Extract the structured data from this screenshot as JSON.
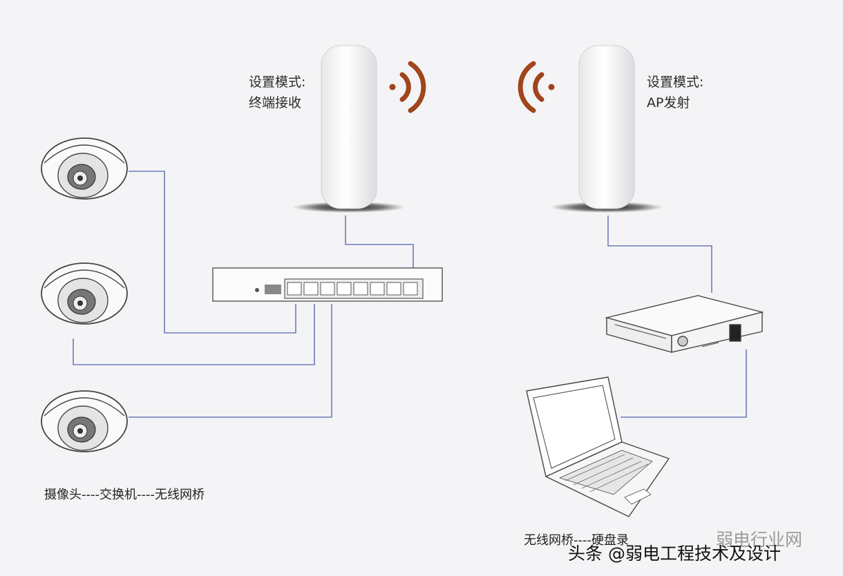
{
  "receiver": {
    "line1": "设置模式:",
    "line2": "终端接收"
  },
  "transmitter": {
    "line1": "设置模式:",
    "line2": "AP发射"
  },
  "caption_left": "摄像头----交换机----无线网桥",
  "caption_right": "无线网桥----硬盘录",
  "watermark_faint": "弱电行业网",
  "watermark": "头条 @弱电工程技术及设计",
  "colors": {
    "cable": "#6e79b8",
    "signal": "#a0451c",
    "device_stroke": "#555555"
  },
  "icons": [
    "dome-camera-icon",
    "network-switch-icon",
    "wireless-bridge-icon",
    "wifi-signal-icon",
    "nvr-recorder-icon",
    "laptop-icon"
  ]
}
